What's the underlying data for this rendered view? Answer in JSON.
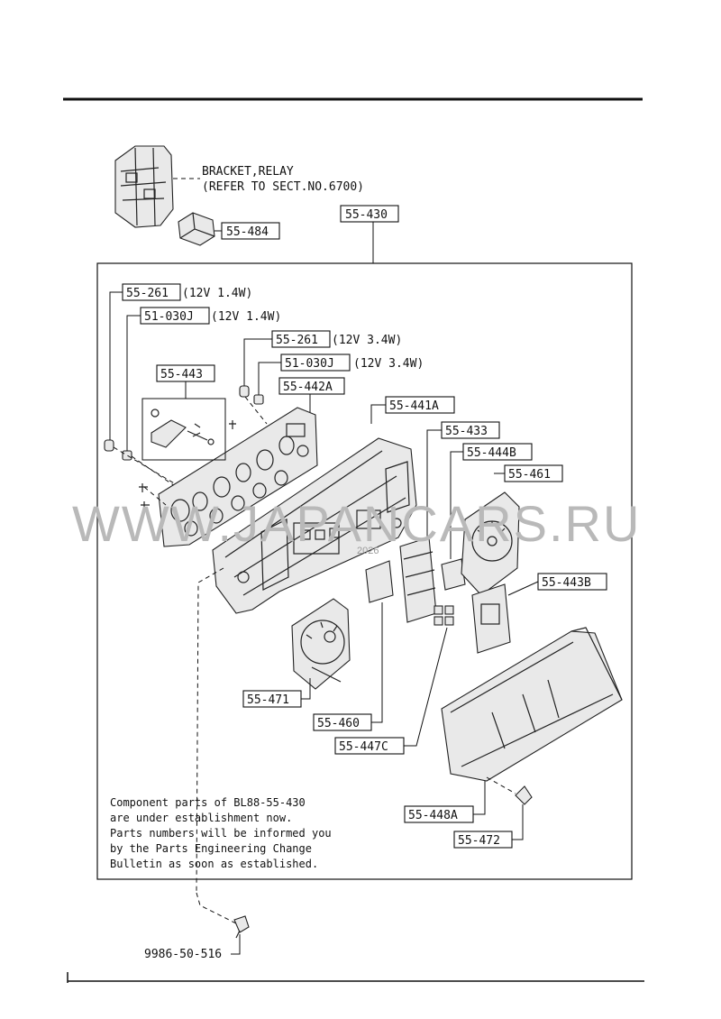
{
  "labels": {
    "bracket_line1": "BRACKET,RELAY",
    "bracket_line2": "(REFER TO SECT.NO.6700)",
    "p484": "55-484",
    "p430": "55-430",
    "p261a": "55-261",
    "p261a_spec": "(12V 1.4W)",
    "p030a": "51-030J",
    "p030a_spec": "(12V 1.4W)",
    "p261b": "55-261",
    "p261b_spec": "(12V 3.4W)",
    "p030b": "51-030J",
    "p030b_spec": "(12V 3.4W)",
    "p442a": "55-442A",
    "p443": "55-443",
    "p441a": "55-441A",
    "p433": "55-433",
    "p444b": "55-444B",
    "p461": "55-461",
    "p443b": "55-443B",
    "p471": "55-471",
    "p460": "55-460",
    "p447c": "55-447C",
    "p448a": "55-448A",
    "p472": "55-472",
    "screw": "9986-50-516"
  },
  "note": {
    "line1": "Component parts of  BL88-55-430",
    "line2": "are under establishment now.",
    "line3": "Parts numbers will be informed you",
    "line4": "by the Parts Engineering Change",
    "line5": "Bulletin as soon as established."
  },
  "watermark": {
    "text": "WWW.JAPANCARS.RU",
    "small": "2026"
  }
}
